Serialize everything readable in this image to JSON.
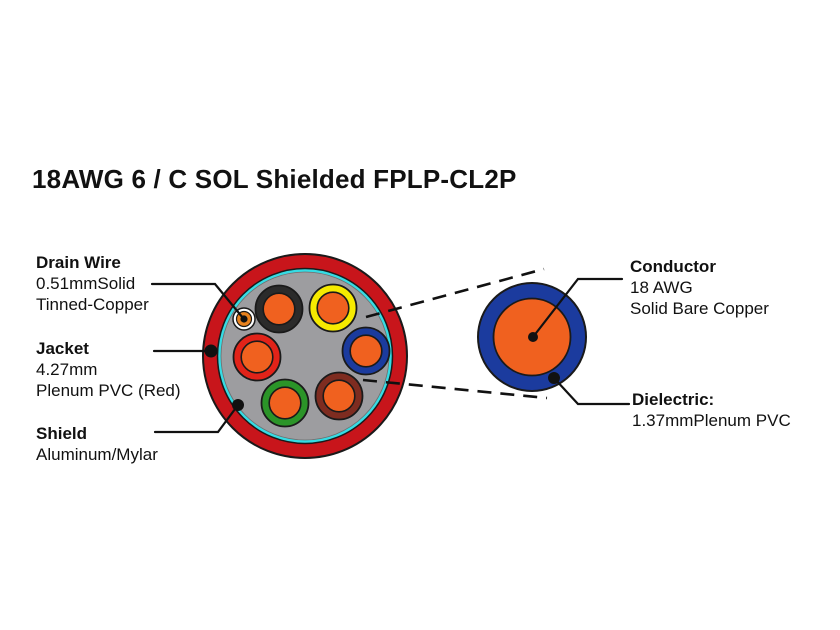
{
  "title": "18AWG 6 / C SOL Shielded FPLP-CL2P",
  "labels": {
    "drain_wire": {
      "title": "Drain Wire",
      "spec1": "0.51mmSolid",
      "spec2": "Tinned-Copper"
    },
    "jacket": {
      "title": "Jacket",
      "spec1": "4.27mm",
      "spec2": "Plenum PVC (Red)"
    },
    "shield": {
      "title": "Shield",
      "spec1": "Aluminum/Mylar"
    },
    "conductor": {
      "title": "Conductor",
      "spec1": "18 AWG",
      "spec2": "Solid Bare Copper"
    },
    "dielectric": {
      "title": "Dielectric:",
      "spec1": "1.37mmPlenum PVC"
    }
  },
  "colors": {
    "jacket_red": "#c8151b",
    "shield_cyan": "#35dce4",
    "filler_gray": "#9d9da0",
    "core_orange": "#f0611f",
    "ins_black": "#2b2b2b",
    "ins_yellow": "#f6ea00",
    "ins_blue": "#1b3b9e",
    "ins_maroon": "#7e2c20",
    "ins_green": "#2b9428",
    "ins_red": "#e22319",
    "drain_white": "#ffffff",
    "drain_orange": "#e8821e",
    "dielectric_blue": "#1b3b9e",
    "callout_black": "#111111"
  }
}
